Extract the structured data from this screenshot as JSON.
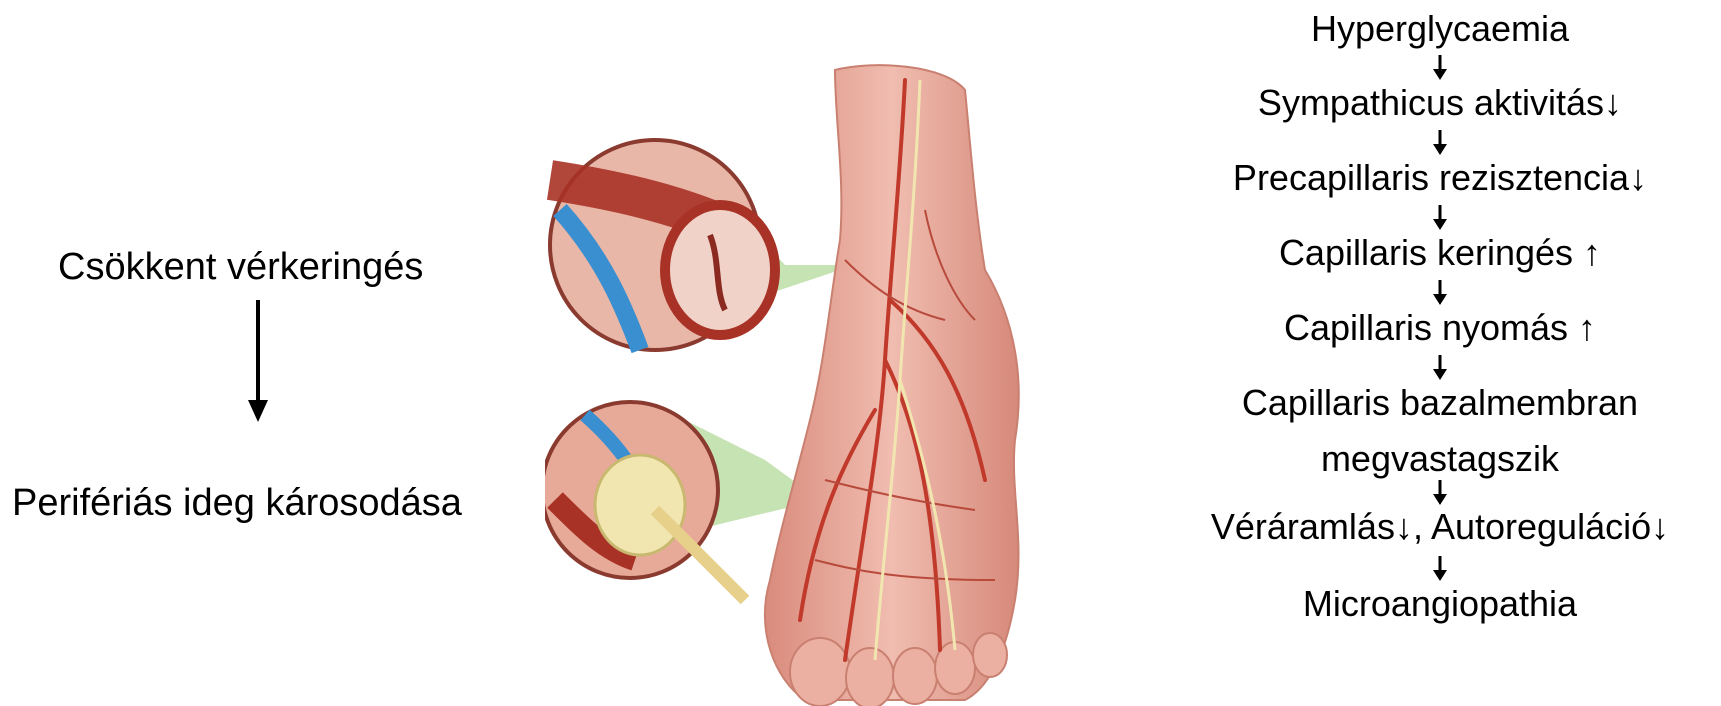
{
  "left_chain": {
    "cause": "Csökkent vérkeringés",
    "effect": "Perifériás ideg károsodása"
  },
  "right_chain": {
    "steps": [
      "Hyperglycaemia",
      "Sympathicus aktivitás↓",
      "Precapillaris rezisztencia↓",
      "Capillaris keringés ↑",
      "Capillaris nyomás ↑",
      "Capillaris bazalmembran",
      "megvastagszik",
      "Véráramlás↓, Autoreguláció↓",
      "Microangiopathia"
    ]
  },
  "colors": {
    "skin": "#e8a99a",
    "vessel": "#c0392b",
    "vein": "#3a8fd0",
    "callout": "#b8dca0",
    "nerve": "#f2e6b0"
  }
}
